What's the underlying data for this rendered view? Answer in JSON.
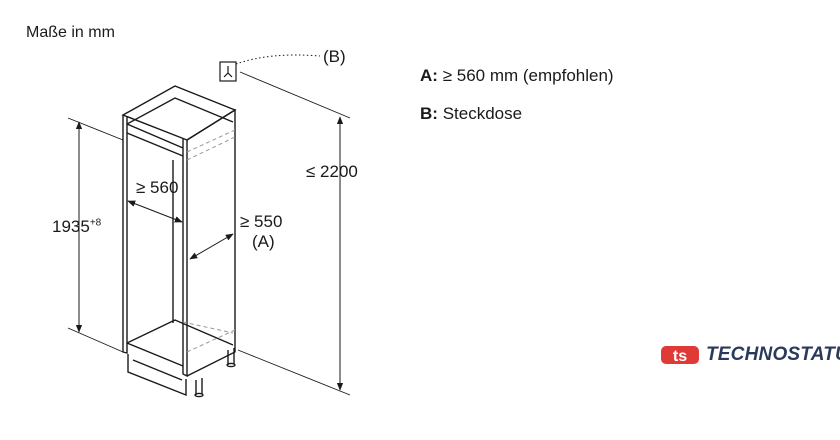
{
  "title": "Maße in mm",
  "legend": [
    {
      "key": "A:",
      "text": "≥ 560 mm (empfohlen)"
    },
    {
      "key": "B:",
      "text": "Steckdose"
    }
  ],
  "dimensions": {
    "height_niche": "1935",
    "height_niche_tolerance": "+8",
    "width_niche": "≥ 560",
    "depth_niche": "≥ 550",
    "depth_label": "(A)",
    "max_height": "≤ 2200",
    "socket_label": "(B)"
  },
  "logo": {
    "text": "TECHNOSTATUS",
    "mark": "ts",
    "color": "#e03a36",
    "text_color": "#2b3a5c"
  }
}
